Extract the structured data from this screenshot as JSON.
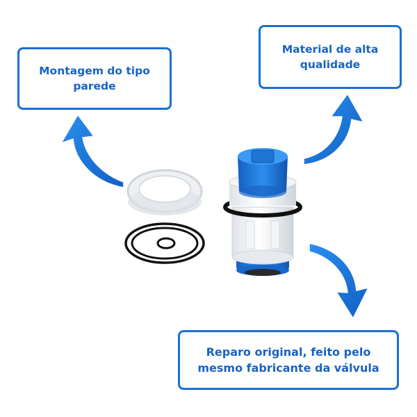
{
  "callouts": {
    "top_left": {
      "lines": [
        "Montagem do tipo",
        "parede"
      ]
    },
    "top_right": {
      "lines": [
        "Material de alta",
        "qualidade"
      ]
    },
    "bottom_right": {
      "lines": [
        "Reparo original, feito pelo",
        "mesmo fabricante da válvula"
      ]
    }
  },
  "colors": {
    "callout_border": "#1a6fd1",
    "text": "#1763c4",
    "arrow": "#1e78d6",
    "part_blue": "#1e7fe0",
    "oring": "#111111"
  },
  "icons": [
    "curved-arrow-up-left",
    "curved-arrow-up-right",
    "curved-arrow-down-right"
  ]
}
